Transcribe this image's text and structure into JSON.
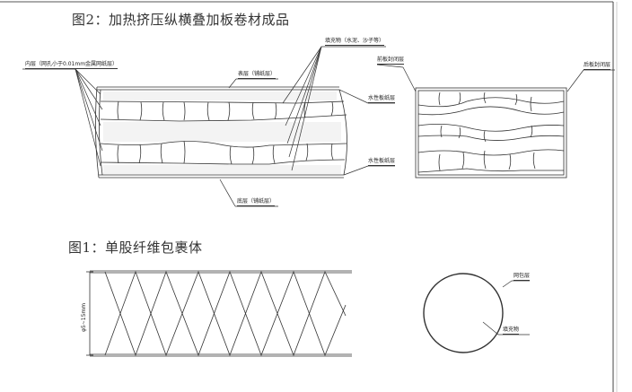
{
  "figure2": {
    "title": "图2：加热挤压纵横叠加板卷材成品",
    "labels": {
      "inner_layer": "内层（网孔小于0.01mm金属网纸层）",
      "filler": "填充物（水泥、沙子等）",
      "surface_layer": "表层（铺纸层）",
      "horizontal_layer_1": "水性板纸层",
      "horizontal_layer_2": "水性板纸层",
      "bottom_layer": "底层（铺纸层）",
      "edge_cover_left": "前板封闭层",
      "edge_cover_right": "后板封闭层"
    }
  },
  "figure1": {
    "title": "图1：单股纤维包裹体",
    "labels": {
      "diameter": "φ5~15mm",
      "outer_wrap": "网包层",
      "core_filler": "填充物"
    }
  },
  "colors": {
    "line": "#333333",
    "light_line": "#888888",
    "background": "#ffffff",
    "border": "#555555"
  }
}
